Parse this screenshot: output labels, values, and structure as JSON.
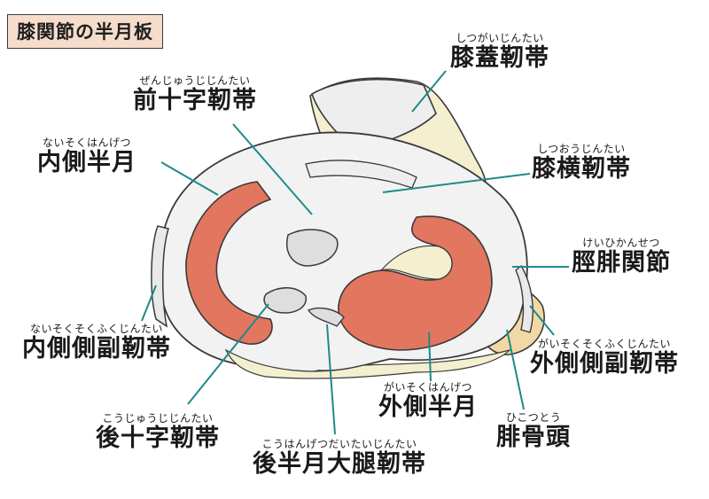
{
  "title": "膝関節の半月板",
  "labels": {
    "patellar_ligament": {
      "ruby": "しつがいじんたい",
      "term": "膝蓋靭帯"
    },
    "acl": {
      "ruby": "ぜんじゅうじじんたい",
      "term": "前十字靭帯"
    },
    "medial_meniscus": {
      "ruby": "ないそくはんげつ",
      "term": "内側半月"
    },
    "transverse_ligament": {
      "ruby": "しつおうじんたい",
      "term": "膝横靭帯"
    },
    "tibiofibular_joint": {
      "ruby": "けいひかんせつ",
      "term": "脛腓関節"
    },
    "mcl": {
      "ruby": "ないそくそくふくじんたい",
      "term": "内側側副靭帯"
    },
    "lcl": {
      "ruby": "がいそくそくふくじんたい",
      "term": "外側側副靭帯"
    },
    "lateral_meniscus": {
      "ruby": "がいそくはんげつ",
      "term": "外側半月"
    },
    "pcl": {
      "ruby": "こうじゅうじじんたい",
      "term": "後十字靭帯"
    },
    "fibular_head": {
      "ruby": "ひこつとう",
      "term": "腓骨頭"
    },
    "posterior_meniscofemoral": {
      "ruby": "こうはんげつだいたいじんたい",
      "term": "後半月大腿靭帯"
    }
  },
  "colors": {
    "meniscus": "#e2765f",
    "bone": "#f2f2f2",
    "ligament_cream": "#f3efcf",
    "fibula": "#f1d9a5",
    "outline": "#3a3a3a",
    "leader_line": "#1e8a8a",
    "title_bg": "#f6dccb"
  }
}
